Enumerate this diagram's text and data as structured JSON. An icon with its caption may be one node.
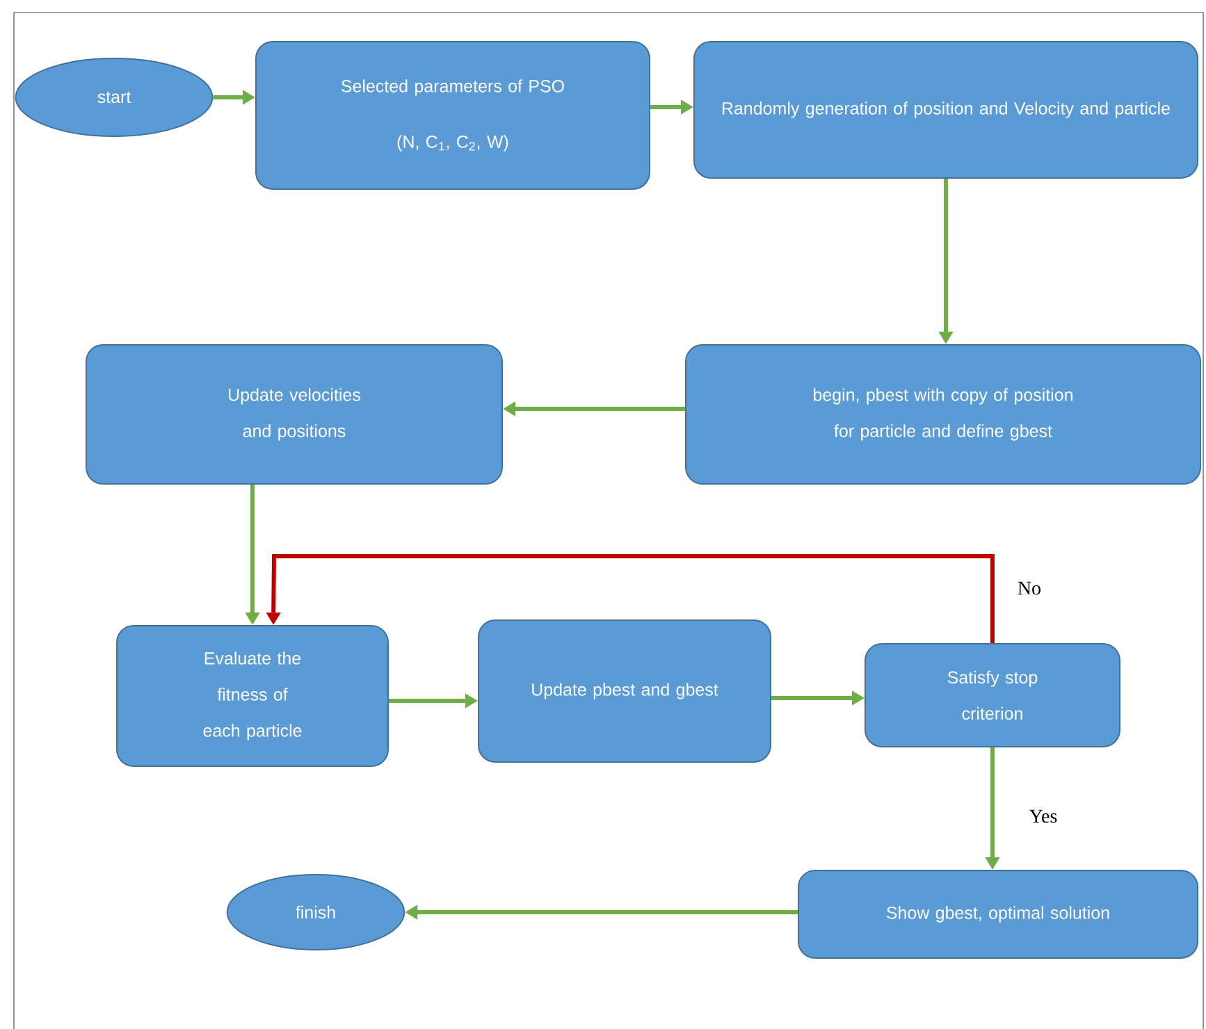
{
  "diagram": {
    "nodes": [
      {
        "text": [
          "start"
        ]
      },
      {
        "text": [
          "Selected parameters of PSO",
          "(N, C$_{1}$, C$_{2}$, W)"
        ]
      },
      {
        "text": [
          "Randomly generation of position and Velocity and particle"
        ]
      },
      {
        "text": [
          "Update velocities and positions"
        ]
      },
      {
        "text": [
          "begin, pbest with copy of position for particle and define gbest"
        ]
      },
      {
        "text": [
          "Evaluate the fitness of each particle"
        ]
      },
      {
        "text": [
          "Update pbest and gbest"
        ]
      },
      {
        "text": [
          "Satisfy stop criterion"
        ]
      },
      {
        "text": [
          "finish"
        ]
      },
      {
        "text": [
          "Show gbest, optimal solution"
        ]
      }
    ],
    "edges": [
      {
        "from": 0,
        "to": 1,
        "arrow": "to"
      },
      {
        "from": 1,
        "to": 2,
        "arrow": "to"
      },
      {
        "from": 2,
        "to": 4,
        "arrow": "to"
      },
      {
        "from": 4,
        "to": 3,
        "arrow": "to"
      },
      {
        "from": 3,
        "to": 5,
        "arrow": "to"
      },
      {
        "from": 5,
        "to": 6,
        "arrow": "to"
      },
      {
        "from": 6,
        "to": 7,
        "arrow": "to"
      },
      {
        "from": 7,
        "to": 9,
        "arrow": "to",
        "label": "Yes"
      },
      {
        "from": 9,
        "to": 8,
        "arrow": "to"
      },
      {
        "from": 7,
        "to": 5,
        "arrow": "to",
        "label": "No",
        "color": "#c00000"
      }
    ]
  }
}
